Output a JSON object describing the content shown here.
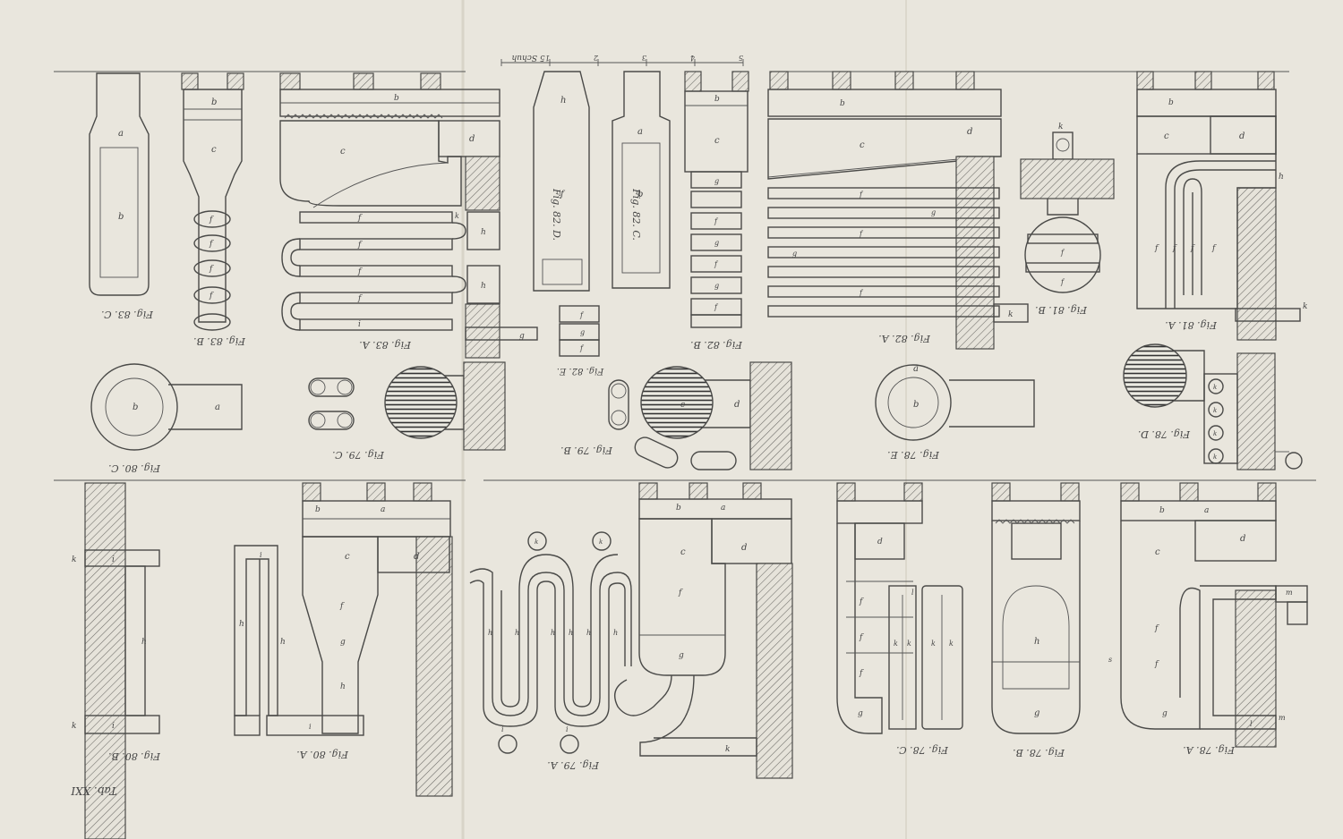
{
  "plate": {
    "plate_number": "Tab. XXI",
    "scale_label": "5 Schuh",
    "scale_ticks": [
      "1",
      "2",
      "3",
      "4",
      "5"
    ]
  },
  "figures": [
    {
      "id": "83C",
      "caption": "Fig. 83. C.",
      "letters": [
        "a",
        "b"
      ]
    },
    {
      "id": "83B",
      "caption": "Fig. 83. B.",
      "letters": [
        "b",
        "c",
        "f",
        "f",
        "f",
        "f"
      ]
    },
    {
      "id": "83A",
      "caption": "Fig. 83. A.",
      "letters": [
        "b",
        "c",
        "d",
        "f",
        "f",
        "f",
        "f",
        "h",
        "h",
        "g",
        "k",
        "i"
      ]
    },
    {
      "id": "82D",
      "caption": "Fig. 82. D.",
      "letters": [
        "h",
        "f"
      ]
    },
    {
      "id": "82C",
      "caption": "Fig. 82. C.",
      "letters": [
        "a",
        "b"
      ]
    },
    {
      "id": "82E",
      "caption": "Fig. 82. E.",
      "letters": [
        "f",
        "g",
        "f"
      ]
    },
    {
      "id": "82B",
      "caption": "Fig. 82. B.",
      "letters": [
        "b",
        "c",
        "g",
        "f",
        "g",
        "f",
        "g",
        "f"
      ]
    },
    {
      "id": "82A",
      "caption": "Fig. 82. A.",
      "letters": [
        "b",
        "c",
        "d",
        "f",
        "g",
        "f",
        "g",
        "f",
        "k"
      ]
    },
    {
      "id": "81B",
      "caption": "Fig. 81. B.",
      "letters": [
        "k",
        "f",
        "f"
      ]
    },
    {
      "id": "81A",
      "caption": "Fig. 81. A.",
      "letters": [
        "b",
        "c",
        "d",
        "h",
        "f",
        "f",
        "f",
        "f",
        "k"
      ]
    },
    {
      "id": "80C",
      "caption": "Fig. 80. C.",
      "letters": [
        "a",
        "b"
      ]
    },
    {
      "id": "79C",
      "caption": "Fig. 79. C.",
      "letters": []
    },
    {
      "id": "79B",
      "caption": "Fig. 79. B.",
      "letters": [
        "d",
        "c"
      ]
    },
    {
      "id": "78E",
      "caption": "Fig. 78. E.",
      "letters": [
        "a",
        "b"
      ]
    },
    {
      "id": "78D",
      "caption": "Fig. 78. D.",
      "letters": [
        "k",
        "k",
        "k",
        "k"
      ]
    },
    {
      "id": "80B",
      "caption": "Fig. 80. B.",
      "letters": [
        "k",
        "i",
        "h",
        "k",
        "i"
      ]
    },
    {
      "id": "80A",
      "caption": "Fig. 80. A.",
      "letters": [
        "b",
        "a",
        "c",
        "d",
        "f",
        "g",
        "h",
        "h",
        "h",
        "i",
        "i"
      ]
    },
    {
      "id": "79A",
      "caption": "Fig. 79. A.",
      "letters": [
        "b",
        "a",
        "c",
        "d",
        "f",
        "g",
        "k",
        "k",
        "h",
        "h",
        "h",
        "h",
        "h",
        "h",
        "i",
        "i",
        "k"
      ]
    },
    {
      "id": "78C",
      "caption": "Fig. 78. C.",
      "letters": [
        "d",
        "g",
        "f",
        "f",
        "f",
        "k",
        "k",
        "k",
        "k",
        "l"
      ]
    },
    {
      "id": "78B",
      "caption": "Fig. 78. B.",
      "letters": [
        "h",
        "g"
      ]
    },
    {
      "id": "78A",
      "caption": "Fig. 78. A.",
      "letters": [
        "b",
        "a",
        "d",
        "c",
        "f",
        "f",
        "g",
        "m",
        "m",
        "l",
        "s"
      ]
    }
  ]
}
